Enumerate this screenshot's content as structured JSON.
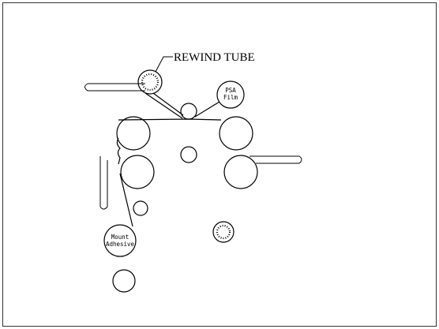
{
  "diagram": {
    "callout_label": "REWIND TUBE",
    "psa_film_label": [
      "PSA",
      "Film"
    ],
    "mount_adhesive_label": [
      "Mount",
      "Adhesive"
    ]
  },
  "colors": {
    "line": "#000000",
    "background": "#ffffff",
    "border": "#333333"
  }
}
